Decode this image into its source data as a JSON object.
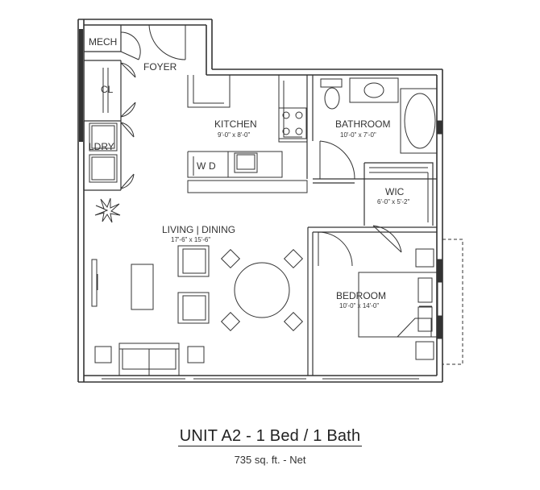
{
  "rooms": {
    "mech": {
      "name": "MECH"
    },
    "foyer": {
      "name": "FOYER"
    },
    "closet": {
      "name": "CL"
    },
    "laundry": {
      "name": "LDRY"
    },
    "kitchen": {
      "name": "KITCHEN",
      "dims": "9'-0\" x 8'-0\""
    },
    "bathroom": {
      "name": "BATHROOM",
      "dims": "10'-0\" x 7'-0\""
    },
    "wic": {
      "name": "WIC",
      "dims": "6'-0\" x 5'-2\""
    },
    "living": {
      "name": "LIVING | DINING",
      "dims": "17'-6\" x 15'-6\""
    },
    "bedroom": {
      "name": "BEDROOM",
      "dims": "10'-0\" x 14'-0\""
    }
  },
  "appliances": {
    "dishwasher": "D",
    "washer": "W"
  },
  "unit": {
    "title": "UNIT A2 - 1 Bed / 1 Bath",
    "area": "735 sq. ft. - Net"
  }
}
